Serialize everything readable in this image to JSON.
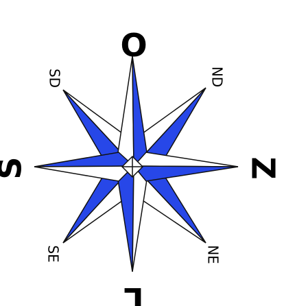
{
  "compass": {
    "labels": {
      "top": "O",
      "right": "Z",
      "bottom": "L",
      "left": "S",
      "upper_left": "SD",
      "upper_right": "ND",
      "lower_left": "SE",
      "lower_right": "NE"
    },
    "colors": {
      "fill": "#2747e8",
      "light": "#ffffff",
      "outline": "#111111",
      "text": "#000000"
    }
  }
}
